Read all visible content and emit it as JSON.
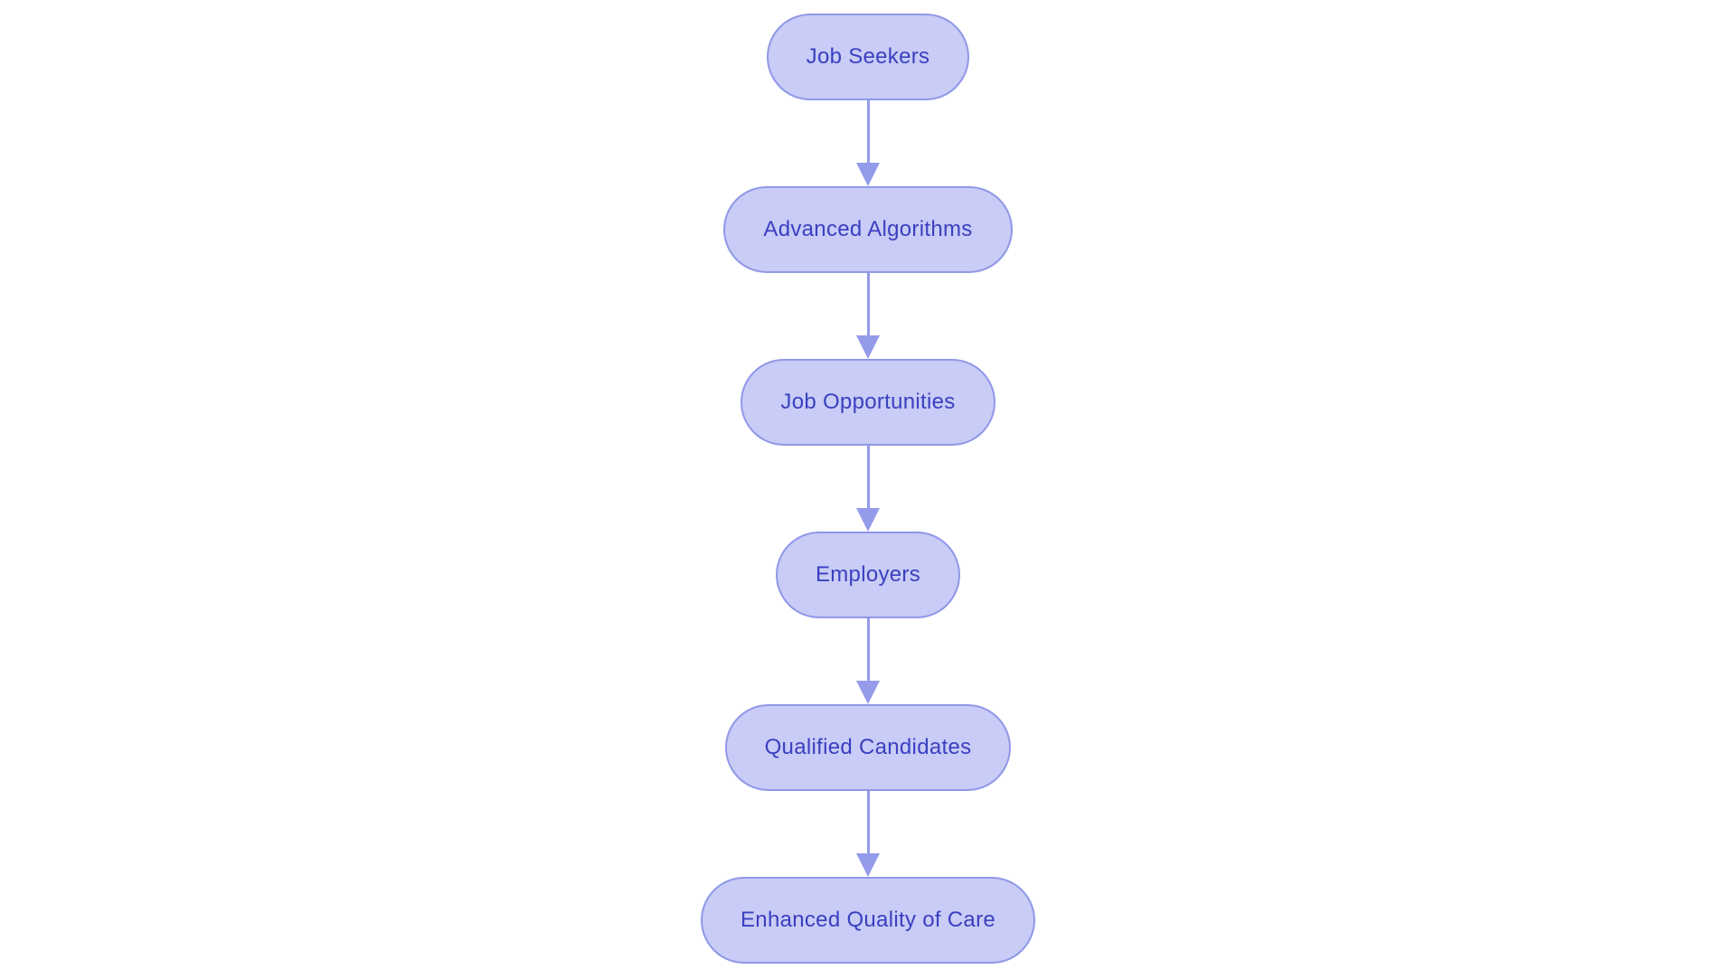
{
  "diagram": {
    "type": "flowchart",
    "direction": "top-down",
    "background": "#ffffff",
    "colors": {
      "node_fill": "#c8ccf6",
      "node_border": "#9098e8",
      "node_text": "#3a40c0",
      "arrow": "#949bea"
    },
    "nodes": [
      {
        "id": "job-seekers",
        "label": "Job Seekers"
      },
      {
        "id": "advanced-algorithms",
        "label": "Advanced Algorithms"
      },
      {
        "id": "job-opportunities",
        "label": "Job Opportunities"
      },
      {
        "id": "employers",
        "label": "Employers"
      },
      {
        "id": "qualified-candidates",
        "label": "Qualified Candidates"
      },
      {
        "id": "enhanced-quality-of-care",
        "label": "Enhanced Quality of Care"
      }
    ],
    "edges": [
      {
        "from": "job-seekers",
        "to": "advanced-algorithms"
      },
      {
        "from": "advanced-algorithms",
        "to": "job-opportunities"
      },
      {
        "from": "job-opportunities",
        "to": "employers"
      },
      {
        "from": "employers",
        "to": "qualified-candidates"
      },
      {
        "from": "qualified-candidates",
        "to": "enhanced-quality-of-care"
      }
    ]
  }
}
